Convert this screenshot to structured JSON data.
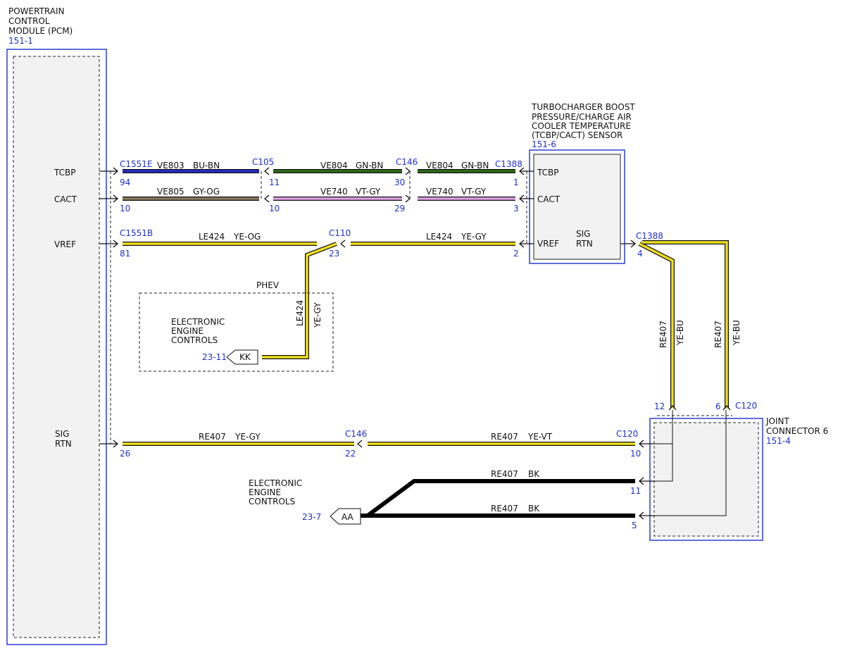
{
  "colors": {
    "BU-BN": "#2a2ad0",
    "GN-BN": "#2e6e18",
    "GY-OG": "#8c7a5e",
    "VT-GY": "#e0a0e0",
    "YE": "#f0e020",
    "BK": "#000000",
    "accent": "#1f2fd0"
  },
  "pcm": {
    "title": [
      "POWERTRAIN",
      "CONTROL",
      "MODULE (PCM)"
    ],
    "ref": "151-1",
    "pins": {
      "tcbp": "TCBP",
      "cact": "CACT",
      "vref": "VREF",
      "sig": "SIG",
      "rtn": "RTN"
    }
  },
  "sensor": {
    "title": [
      "TURBOCHARGER BOOST",
      "PRESSURE/CHARGE AIR",
      "COOLER TEMPERATURE",
      "(TCBP/CACT) SENSOR"
    ],
    "ref": "151-6",
    "pins": {
      "tcbp": "TCBP",
      "cact": "CACT",
      "vref": "VREF",
      "sig": "SIG",
      "rtn": "RTN"
    }
  },
  "joint": {
    "title": [
      "JOINT",
      "CONNECTOR 6"
    ],
    "ref": "151-4"
  },
  "connectors": {
    "c1551e": "C1551E",
    "c1551b": "C1551B",
    "c105": "C105",
    "c146_top": "C146",
    "c1388_top": "C1388",
    "c110": "C110",
    "c1388_side": "C1388",
    "c146_mid": "C146",
    "c120_mid": "C120",
    "c120_top": "C120"
  },
  "pins": {
    "p94": "94",
    "p10a": "10",
    "p81": "81",
    "p11a": "11",
    "p10b": "10",
    "p30": "30",
    "p29": "29",
    "p1": "1",
    "p3": "3",
    "p23": "23",
    "p2": "2",
    "p4": "4",
    "p12": "12",
    "p6": "6",
    "p26": "26",
    "p22": "22",
    "p10c": "10",
    "p11b": "11",
    "p5": "5"
  },
  "wires": {
    "w1_circ": "VE803",
    "w1_col": "BU-BN",
    "w2_circ": "VE804",
    "w2_col": "GN-BN",
    "w3_circ": "VE804",
    "w3_col": "GN-BN",
    "w4_circ": "VE805",
    "w4_col": "GY-OG",
    "w5_circ": "VE740",
    "w5_col": "VT-GY",
    "w6_circ": "VE740",
    "w6_col": "VT-GY",
    "w7_circ": "LE424",
    "w7_col": "YE-OG",
    "w8_circ": "LE424",
    "w8_col": "YE-GY",
    "w9_circ": "LE424",
    "w9_col": "YE-GY",
    "w10_circ": "RE407",
    "w10_col": "YE-BU",
    "w11_circ": "RE407",
    "w11_col": "YE-BU",
    "w12_circ": "RE407",
    "w12_col": "YE-GY",
    "w13_circ": "RE407",
    "w13_col": "YE-VT",
    "w14_circ": "RE407",
    "w14_col": "BK",
    "w15_circ": "RE407",
    "w15_col": "BK"
  },
  "phev": {
    "label": "PHEV",
    "module": [
      "ELECTRONIC",
      "ENGINE",
      "CONTROLS"
    ],
    "ref": "23-11",
    "tag": "KK"
  },
  "eec": {
    "module": [
      "ELECTRONIC",
      "ENGINE",
      "CONTROLS"
    ],
    "ref": "23-7",
    "tag": "AA"
  }
}
